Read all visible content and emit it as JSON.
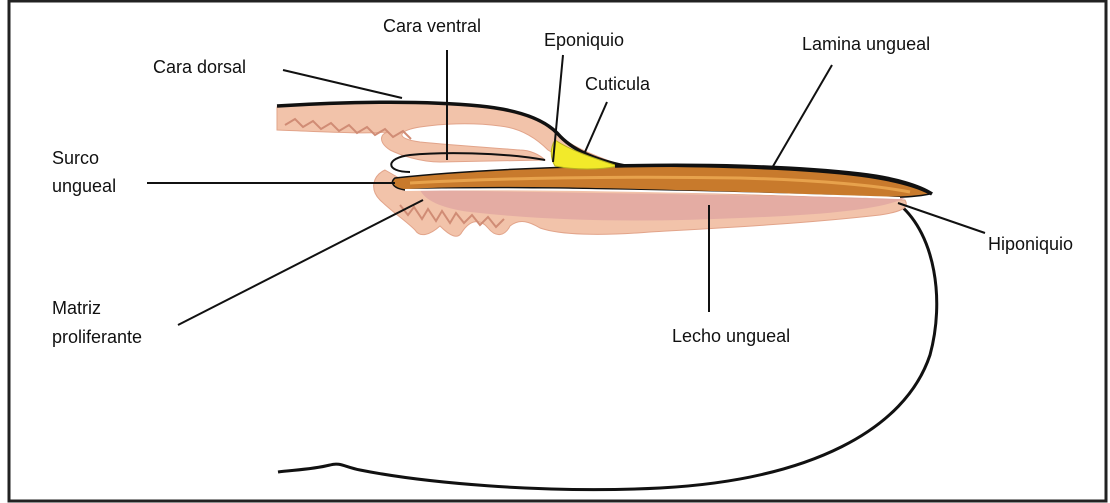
{
  "diagram": {
    "labels": {
      "cara_ventral": "Cara ventral",
      "eponiquio": "Eponiquio",
      "lamina_ungueal": "Lamina ungueal",
      "cara_dorsal": "Cara dorsal",
      "cuticula": "Cuticula",
      "surco_line1": "Surco",
      "surco_line2": "ungueal",
      "hiponiquio": "Hiponiquio",
      "matriz_line1": "Matriz",
      "matriz_line2": "proliferante",
      "lecho_ungueal": "Lecho ungueal"
    },
    "colors": {
      "skin": "#f2c3aa",
      "skin_dark": "#e6a68e",
      "nail_plate": "#c87a2c",
      "nail_highlight": "#e7a24c",
      "cuticle": "#f2ea2a",
      "nail_bed": "#e2a8a2",
      "outline": "#111111",
      "frame_border": "#222222"
    }
  }
}
